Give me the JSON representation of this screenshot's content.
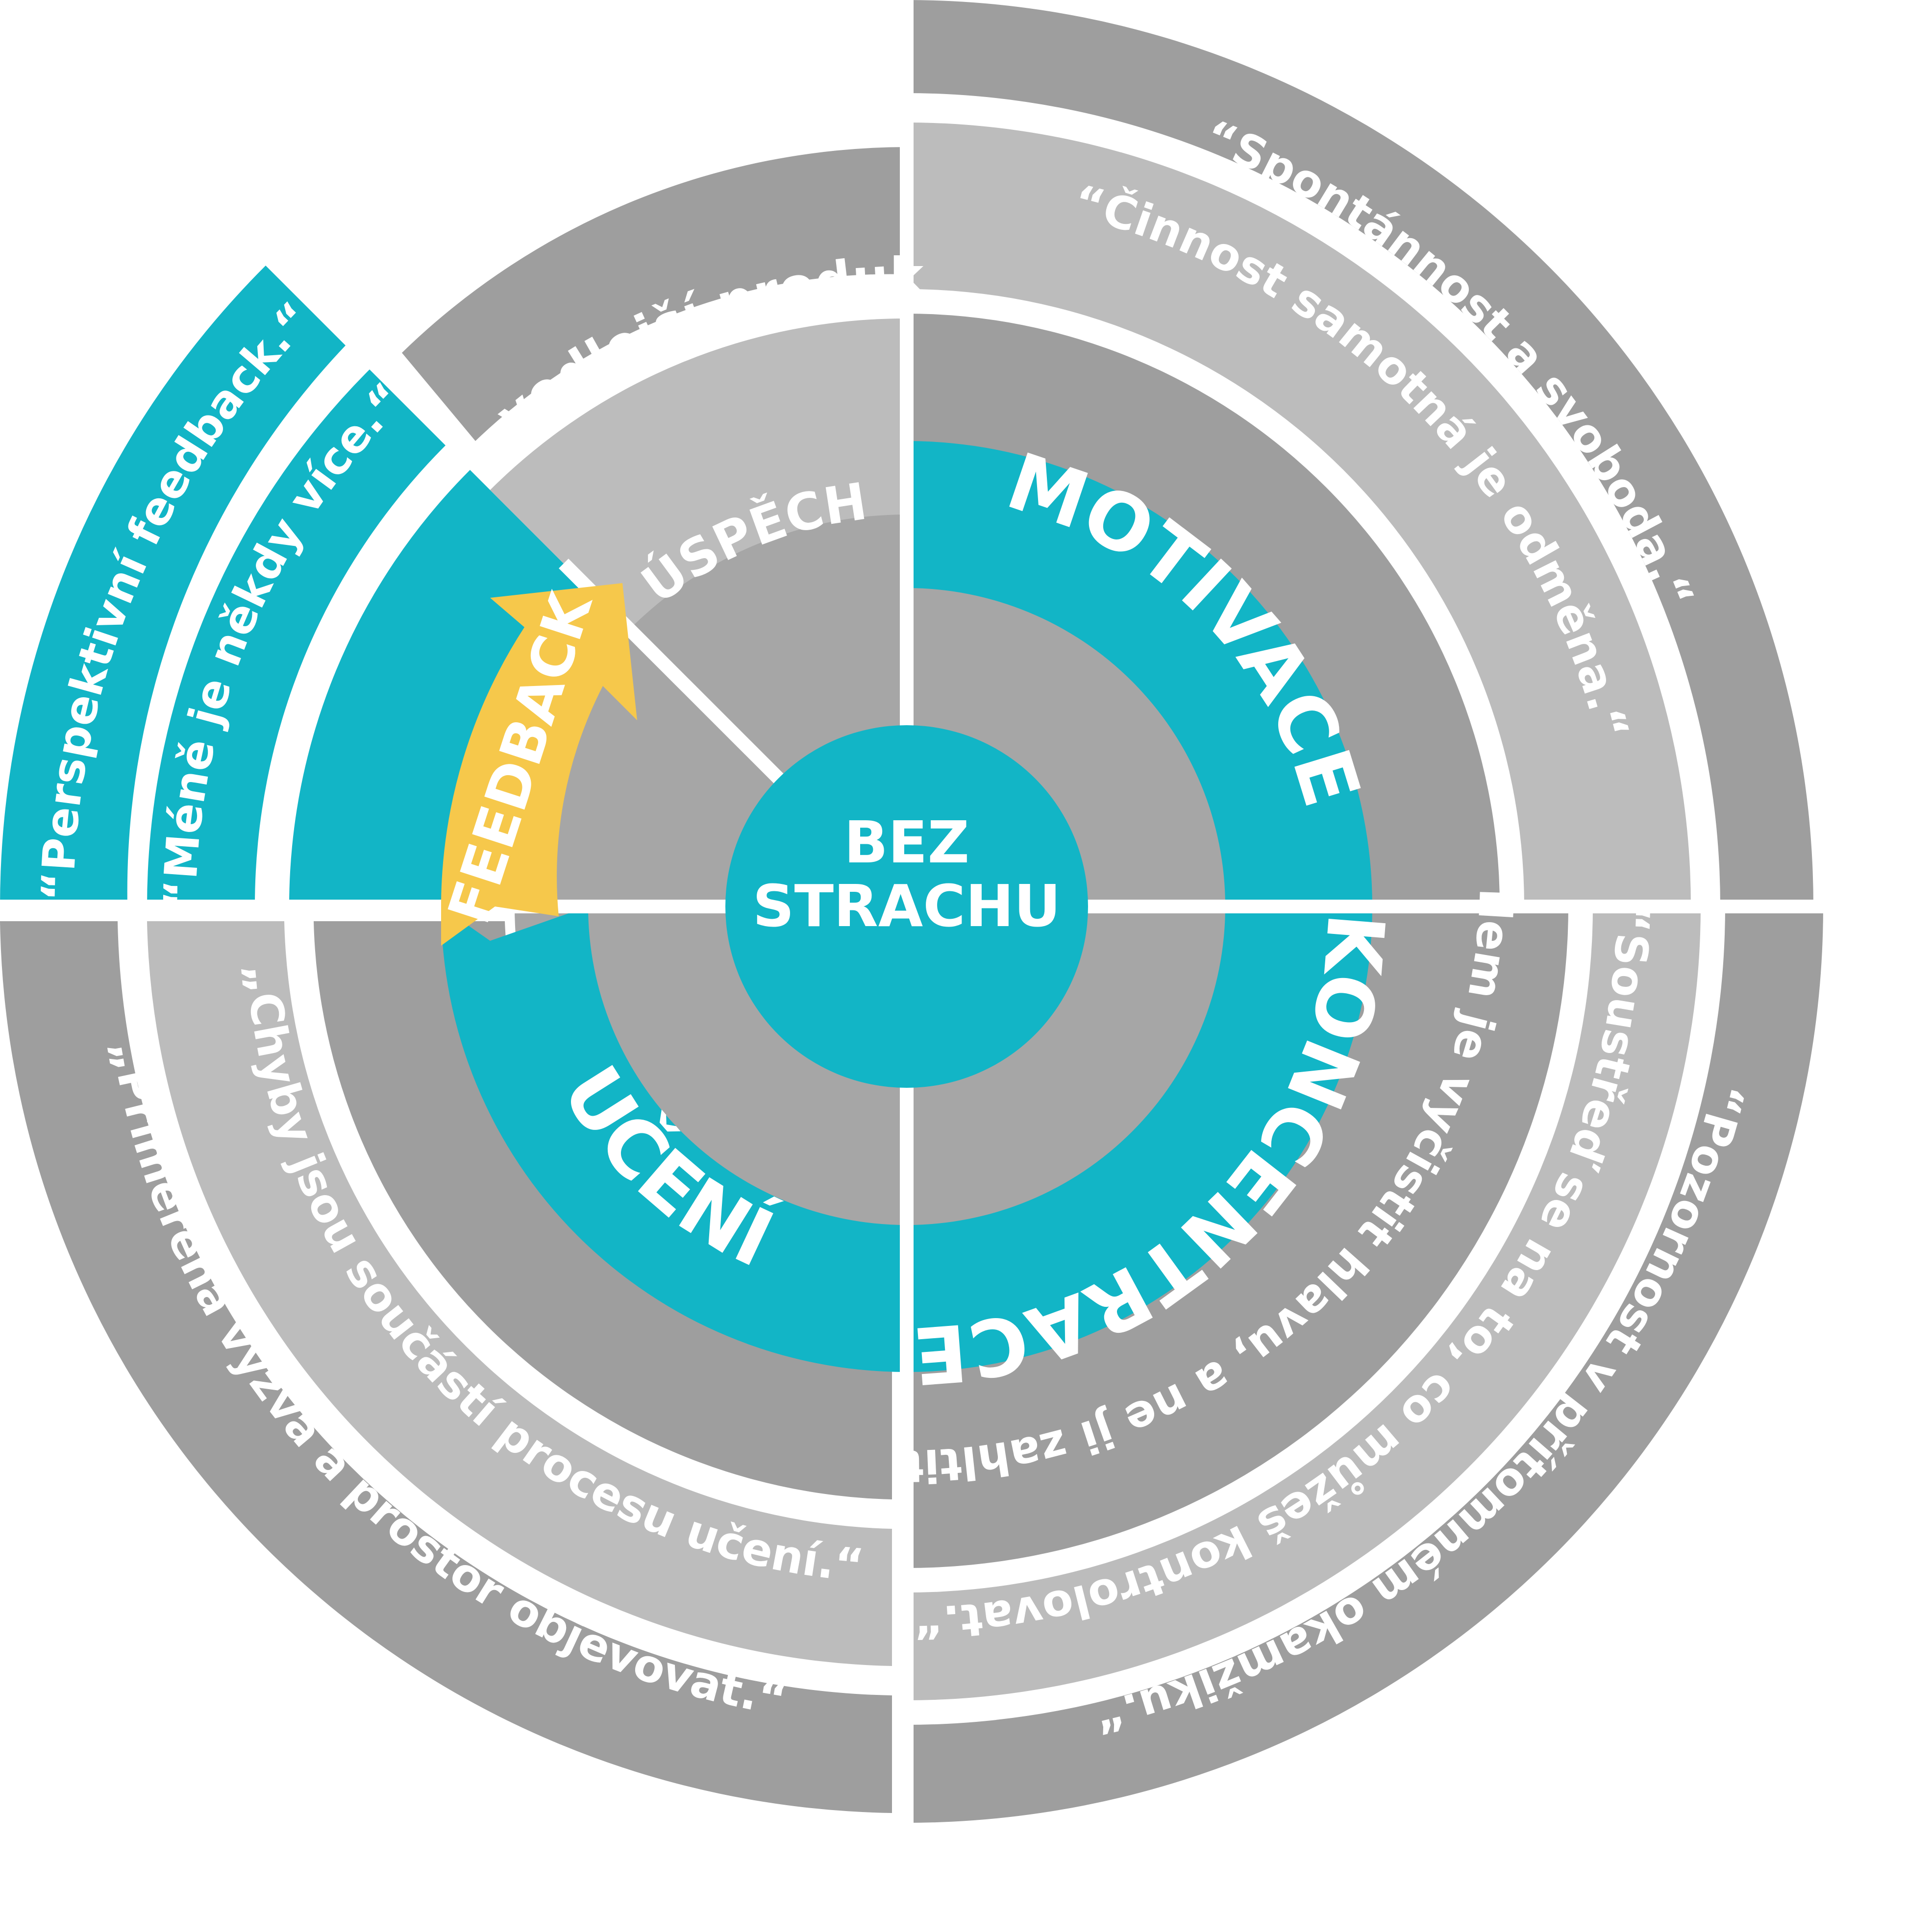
{
  "colors": {
    "teal": "#12b5c6",
    "yellow": "#f6c84b",
    "dark_gray": "#9e9e9e",
    "light_gray": "#bcbcbc",
    "inner_gray": "#a6a6a6",
    "white": "#ffffff"
  },
  "center": {
    "line1": "BEZ",
    "line2": "STRACHU"
  },
  "ring": {
    "motivace": "MOTIVACE",
    "koncentrace": "KONCENTRACE",
    "uceni": "UČENÍ",
    "feedback": "FEEDBACK"
  },
  "success": {
    "label": "ÚSPĚCH",
    "byproduct": "vedlejší produkt"
  },
  "quotes": {
    "motivace_outer": "“Spontánnost a svoboda.“",
    "motivace_inner": "“Činnost samotná je odměna.“",
    "koncentrace_inner": "“Cílem je vyčistit hlavu, a ne ji zahltit.“",
    "koncentrace_middle": "“Soustřeď se na to, co můžeš kontrolovat.“",
    "koncentrace_outer": "“Pozornost v přítomném okamžiku.“",
    "uceni_inner": "„Chyby jsou součástí procesu učení.“",
    "uceni_outer": "„Přiměřená výzva a prostor objevovat.“",
    "feedback_inner": "“Méně je někdy více.“",
    "feedback_outer": "“Perspektivní feedback.“"
  }
}
